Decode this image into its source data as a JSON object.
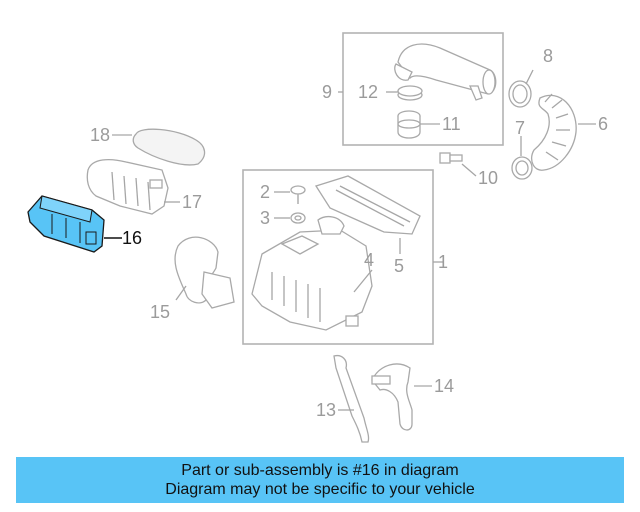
{
  "callouts": {
    "c1": "1",
    "c2": "2",
    "c3": "3",
    "c4": "4",
    "c5": "5",
    "c6": "6",
    "c7": "7",
    "c8": "8",
    "c9": "9",
    "c10": "10",
    "c11": "11",
    "c12": "12",
    "c13": "13",
    "c14": "14",
    "c15": "15",
    "c16": "16",
    "c17": "17",
    "c18": "18"
  },
  "banner": {
    "line1": "Part or sub-assembly is #16 in diagram",
    "line2": "Diagram may not be specific to your vehicle"
  },
  "colors": {
    "highlight_part": "#58c4f6",
    "banner_background": "#58c4f6",
    "linework": "#a9a9a9"
  }
}
